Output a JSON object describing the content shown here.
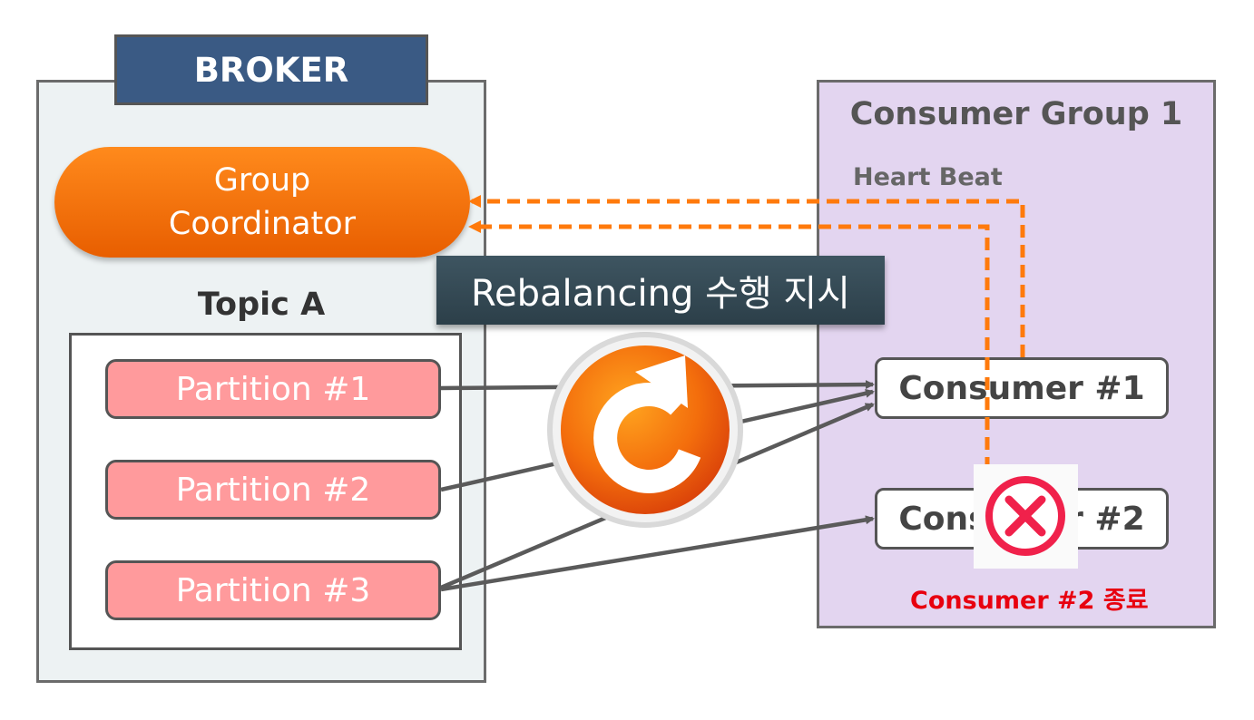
{
  "broker": {
    "title": "BROKER",
    "coordinator": [
      "Group",
      "Coordinator"
    ],
    "topic_label": "Topic A"
  },
  "partitions": [
    "Partition #1",
    "Partition #2",
    "Partition #3"
  ],
  "consumer_group": {
    "title": "Consumer Group 1",
    "heartbeat_label": "Heart Beat",
    "consumers": [
      "Consumer #1",
      "Consumer #2"
    ],
    "terminated_label": "Consumer #2 종료"
  },
  "rebalance": {
    "label": "Rebalancing 수행 지시",
    "icon": "refresh-icon"
  },
  "icons": {
    "terminated": "x-circle-icon"
  },
  "colors": {
    "broker_header": "#3a5a84",
    "coordinator": "#ff7a0c",
    "partition": "#ff9a9c",
    "group_bg": "#e3d5f0",
    "heartbeat_line": "#ff7a0c",
    "terminated": "#e8000f"
  }
}
